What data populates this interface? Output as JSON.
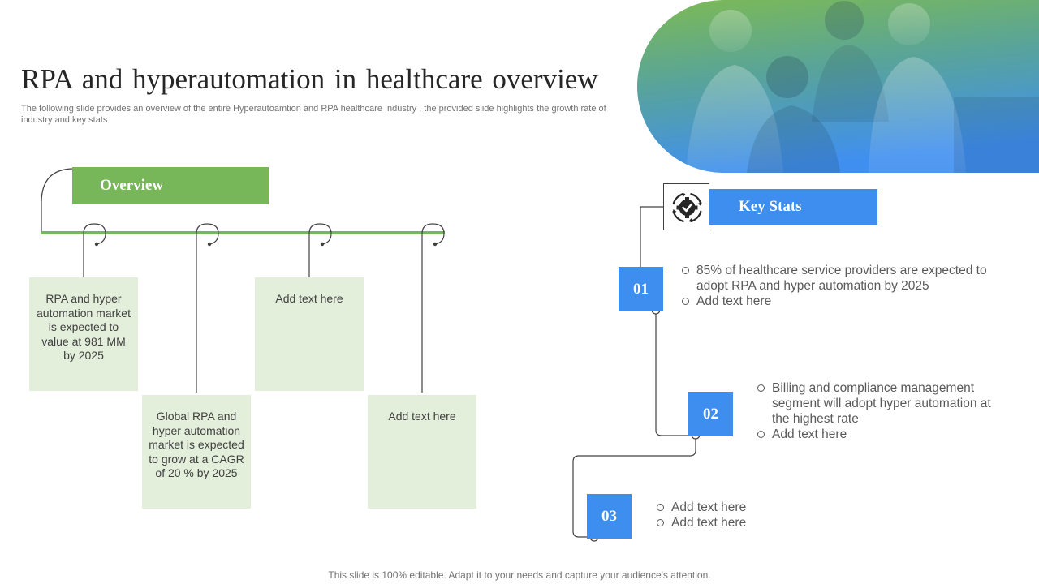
{
  "header": {
    "title": "RPA and hyperautomation in healthcare overview",
    "subtitle": "The following slide provides an overview of the entire Hyperautoamtion and RPA healthcare Industry , the provided slide highlights the growth rate of industry and key stats"
  },
  "overview": {
    "label": "Overview",
    "boxes": [
      "RPA and hyper automation market is expected to value at 981 MM by 2025",
      "Global RPA and hyper automation market is expected to grow at a CAGR of 20 % by 2025",
      "Add text here",
      "Add text here"
    ]
  },
  "key_stats": {
    "label": "Key Stats",
    "icon": "gear-check-icon",
    "items": [
      {
        "number": "01",
        "bullets": [
          "85% of healthcare service providers are expected to adopt RPA and hyper automation by 2025",
          "Add text here"
        ]
      },
      {
        "number": "02",
        "bullets": [
          "Billing and compliance management segment will adopt hyper automation at the highest rate",
          "Add text here"
        ]
      },
      {
        "number": "03",
        "bullets": [
          "Add text here",
          "Add text here"
        ]
      }
    ]
  },
  "footer": "This slide is 100% editable. Adapt it to your needs and capture your audience's attention.",
  "colors": {
    "green": "#78b65a",
    "light_green": "#e3eedb",
    "blue": "#3d8eef"
  }
}
